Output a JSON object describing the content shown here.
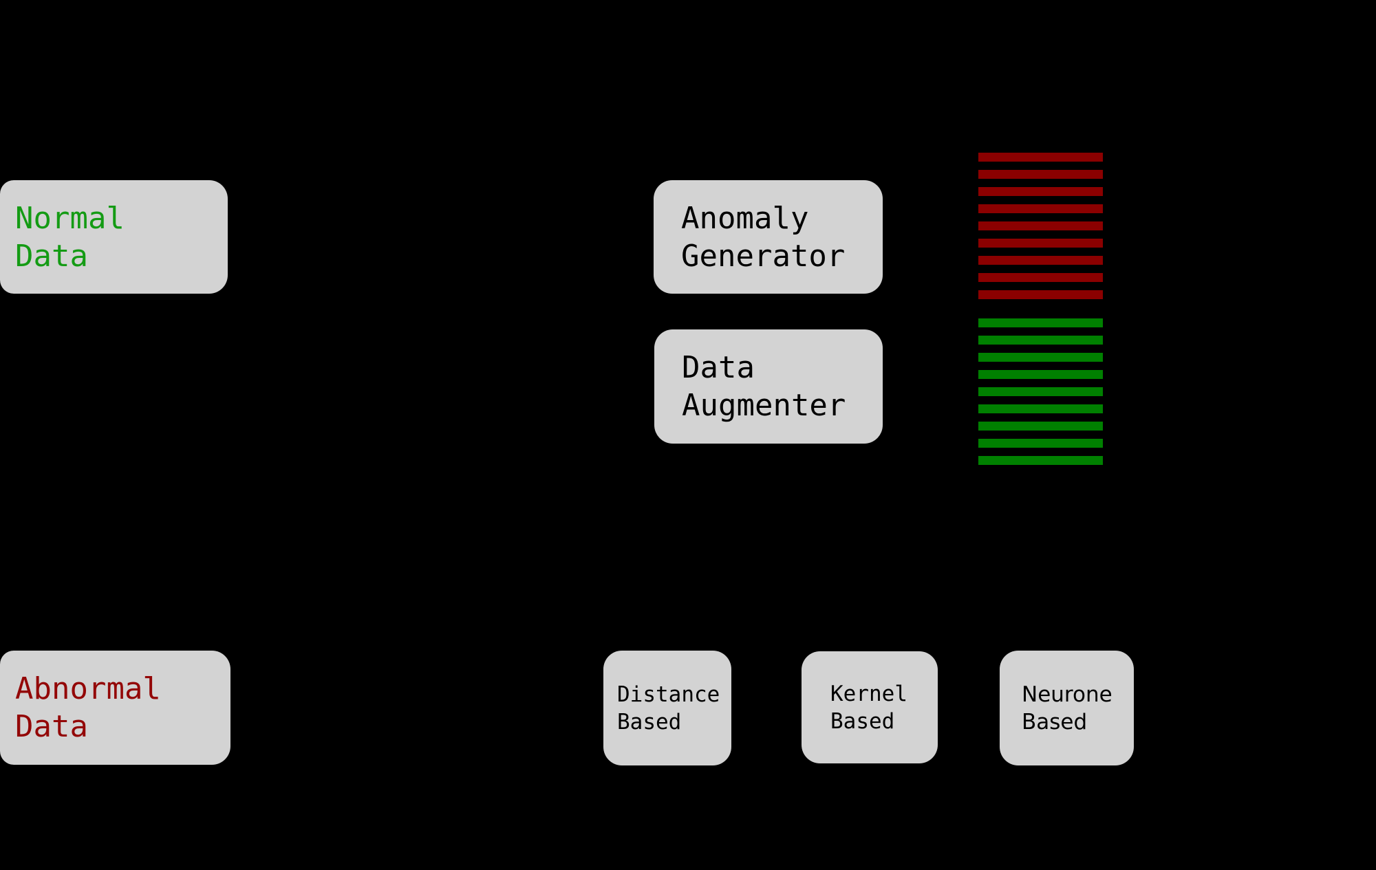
{
  "diagram": {
    "background_color": "#000000",
    "node_fill_color": "#d3d3d3",
    "nodes": {
      "normal_data": {
        "label": "Normal\nData",
        "text_color": "#149b14"
      },
      "abnormal_data": {
        "label": "Abnormal\nData",
        "text_color": "#930707"
      },
      "anomaly_generator": {
        "label": "Anomaly\nGenerator",
        "text_color": "#000000"
      },
      "data_augmenter": {
        "label": "Data\nAugmenter",
        "text_color": "#000000"
      },
      "distance_based": {
        "label": "Distance\nBased",
        "text_color": "#000000"
      },
      "kernel_based": {
        "label": "Kernel\nBased",
        "text_color": "#000000"
      },
      "neurone_based": {
        "label": "Neurone\nBased",
        "text_color": "#000000"
      }
    },
    "stripe_stacks": [
      {
        "name": "anomaly-sample",
        "color": "#8b0000",
        "count": 9
      },
      {
        "name": "normal-sample",
        "color": "#008000",
        "count": 9
      }
    ]
  }
}
